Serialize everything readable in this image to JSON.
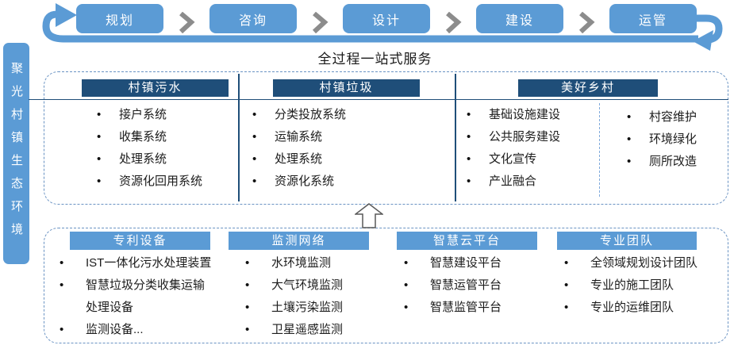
{
  "brand": {
    "vertical_label": "聚光村镇生态环境"
  },
  "process_flow": {
    "steps": [
      "规划",
      "咨询",
      "设计",
      "建设",
      "运管"
    ],
    "caption": "全过程一站式服务"
  },
  "services_panel": {
    "columns": [
      {
        "header": "村镇污水",
        "items": [
          "接户系统",
          "收集系统",
          "处理系统",
          "资源化回用系统"
        ]
      },
      {
        "header": "村镇垃圾",
        "items": [
          "分类投放系统",
          "运输系统",
          "处理系统",
          "资源化系统"
        ]
      },
      {
        "header": "美好乡村",
        "left_items": [
          "基础设施建设",
          "公共服务建设",
          "文化宣传",
          "产业融合"
        ],
        "right_items": [
          "村容维护",
          "环境绿化",
          "厕所改造"
        ]
      }
    ]
  },
  "capabilities_panel": {
    "columns": [
      {
        "header": "专利设备",
        "items": [
          "IST一体化污水处理装置",
          "智慧垃圾分类收集运输\n处理设备",
          "监测设备..."
        ]
      },
      {
        "header": "监测网络",
        "items": [
          "水环境监测",
          "大气环境监测",
          "土壤污染监测",
          "卫星遥感监测"
        ]
      },
      {
        "header": "智慧云平台",
        "items": [
          "智慧建设平台",
          "智慧运管平台",
          "智慧监管平台"
        ]
      },
      {
        "header": "专业团队",
        "items": [
          "全领域规划设计团队",
          "专业的施工团队",
          "专业的运维团队"
        ]
      }
    ]
  },
  "icons": {
    "flow_connector": "chevron-right",
    "flow_cycle": "loop-arrow",
    "panel_link": "up-arrow-outline"
  },
  "colors": {
    "accent_blue": "#5B9BD5",
    "dark_header_blue": "#1F4E79",
    "chevron_gray": "#8C8C8C",
    "dashed_border_blue": "#6A93C3",
    "text_dark": "#1c1c1c"
  }
}
